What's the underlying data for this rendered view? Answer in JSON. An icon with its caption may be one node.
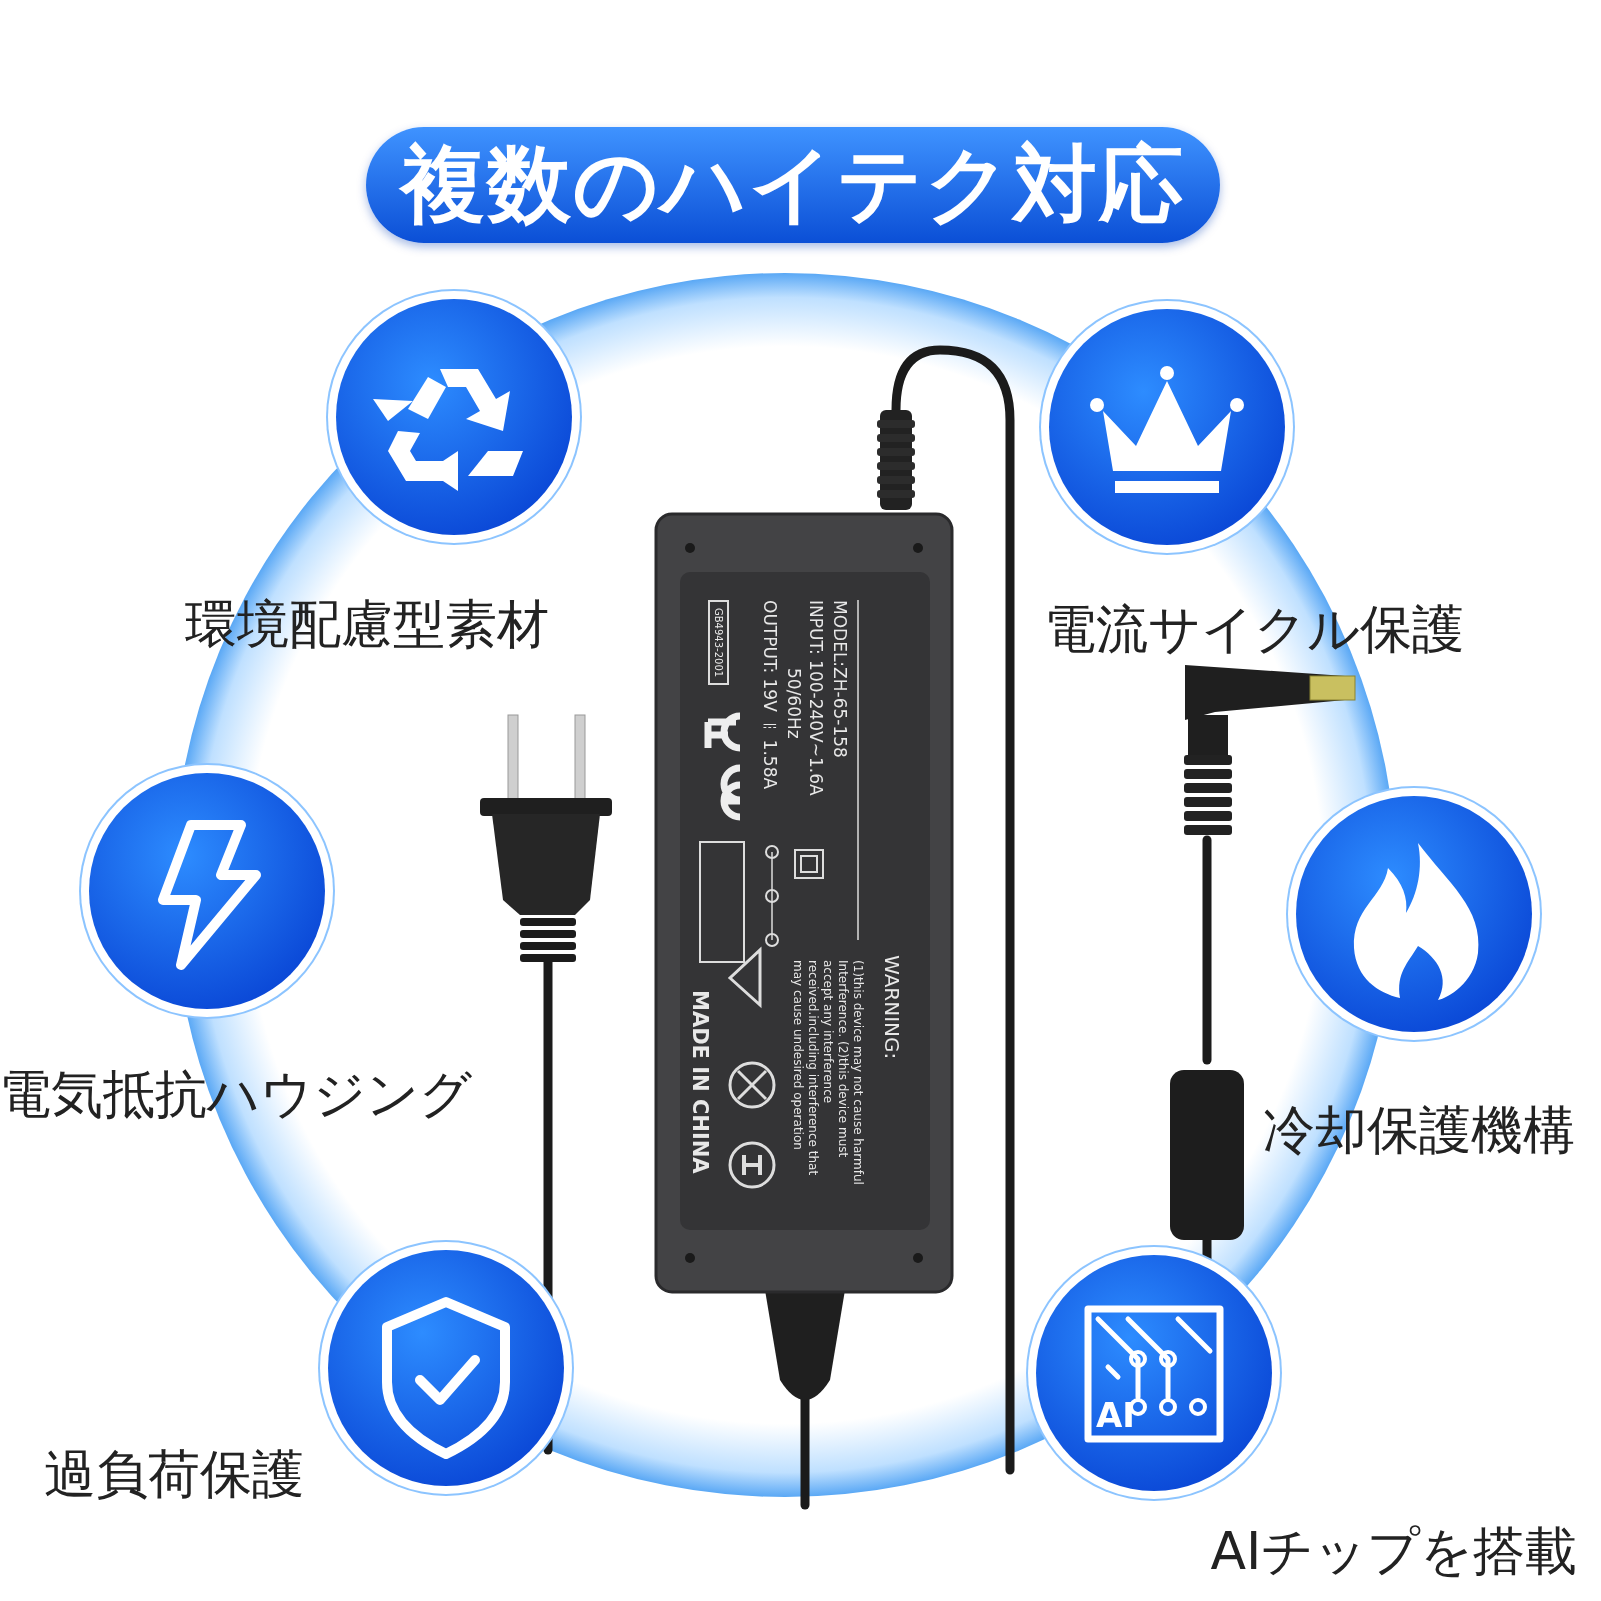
{
  "diagram": {
    "title": "複数のハイテク対応",
    "nodes": [
      {
        "text": [
          "環境配慮型素材"
        ]
      },
      {
        "text": [
          "電流サイクル保護"
        ]
      },
      {
        "text": [
          "電気抵抗ハウジング"
        ]
      },
      {
        "text": [
          "冷却保護機構"
        ]
      },
      {
        "text": [
          "過負荷保護"
        ]
      },
      {
        "text": [
          "AIチップを搭載"
        ]
      }
    ],
    "labels": [
      "MODEL:ZH-65-158",
      "INPUT: 100-240V~1.6A",
      "50/60Hz",
      "OUTPUT: 19V ⎓ 1.58A",
      "GB4943-2001",
      "WARNING:",
      "(1)this device may not cause harmful Interference. (2)this device must accept any interference received.including interference that may cause undesired operation",
      "MADE IN CHINA",
      "AI"
    ]
  }
}
